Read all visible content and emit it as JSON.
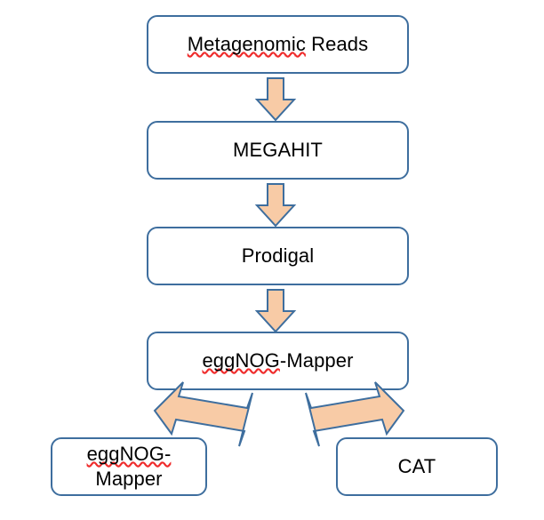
{
  "diagram": {
    "title": "Metagenomic analysis pipeline flowchart",
    "colors": {
      "box_border": "#3E6E9E",
      "box_fill": "#FFFFFF",
      "arrow_fill": "#F8CBA6",
      "arrow_stroke": "#3E6E9E",
      "text": "#000000",
      "spellcheck_underline": "#EF2B2B"
    },
    "nodes": [
      {
        "id": "metagenomic-reads",
        "label": "Metagenomic Reads",
        "misspelled_part": "Metagenomic",
        "rest_part": " Reads"
      },
      {
        "id": "megahit",
        "label": "MEGAHIT",
        "misspelled_part": "",
        "rest_part": "MEGAHIT"
      },
      {
        "id": "prodigal",
        "label": "Prodigal",
        "misspelled_part": "",
        "rest_part": "Prodigal"
      },
      {
        "id": "eggnog-mapper",
        "label": "eggNOG-Mapper",
        "misspelled_part": "eggNOG",
        "rest_part": "-Mapper"
      },
      {
        "id": "eggnog-mapper-output",
        "label": "eggNOG-Mapper",
        "misspelled_part": "eggNOG-",
        "rest_part": "Mapper"
      },
      {
        "id": "cat",
        "label": "CAT",
        "misspelled_part": "",
        "rest_part": "CAT"
      }
    ],
    "arrows": [
      {
        "id": "arrow-reads-to-megahit",
        "direction": "down"
      },
      {
        "id": "arrow-megahit-to-prodigal",
        "direction": "down"
      },
      {
        "id": "arrow-prodigal-to-eggnog",
        "direction": "down"
      },
      {
        "id": "arrow-eggnog-to-eggnog-output",
        "direction": "down-left"
      },
      {
        "id": "arrow-eggnog-to-cat",
        "direction": "down-right"
      }
    ]
  }
}
